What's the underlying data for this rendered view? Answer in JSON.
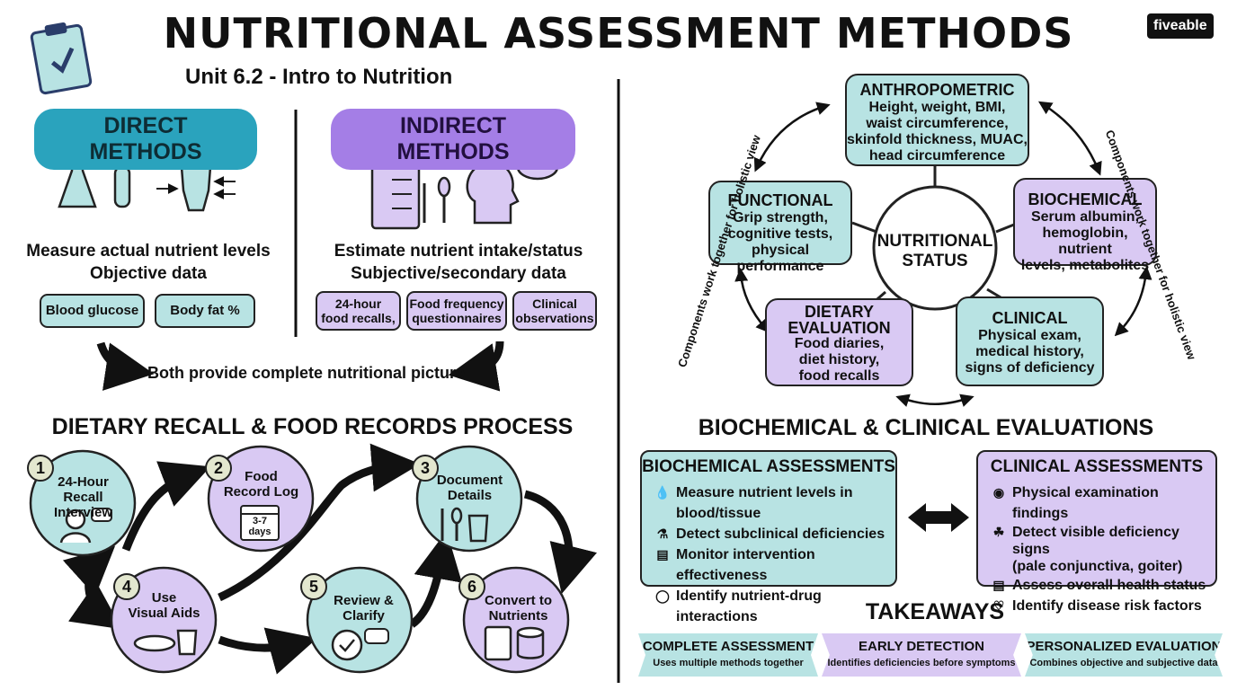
{
  "header": {
    "title": "NUTRITIONAL ASSESSMENT METHODS",
    "subtitle": "Unit 6.2 - Intro to Nutrition",
    "logo": "fiveable"
  },
  "direct": {
    "heading": "DIRECT METHODS",
    "desc_line1": "Measure actual nutrient levels",
    "desc_line2": "Objective data",
    "examples": [
      "Blood glucose",
      "Body fat %"
    ]
  },
  "indirect": {
    "heading": "INDIRECT METHODS",
    "desc_line1": "Estimate nutrient intake/status",
    "desc_line2": "Subjective/secondary data",
    "examples": [
      {
        "l1": "24-hour",
        "l2": "food recalls,"
      },
      {
        "l1": "Food frequency",
        "l2": "questionnaires"
      },
      {
        "l1": "Clinical",
        "l2": "observations"
      }
    ]
  },
  "both_note": "Both provide complete nutritional picture",
  "process": {
    "heading": "DIETARY RECALL & FOOD RECORDS PROCESS",
    "steps": [
      {
        "num": "1",
        "l1": "24-Hour",
        "l2": "Recall Interview"
      },
      {
        "num": "2",
        "l1": "Food",
        "l2": "Record Log",
        "extra1": "3-7",
        "extra2": "days"
      },
      {
        "num": "3",
        "l1": "Document",
        "l2": "Details"
      },
      {
        "num": "4",
        "l1": "Use",
        "l2": "Visual Aids"
      },
      {
        "num": "5",
        "l1": "Review &",
        "l2": "Clarify"
      },
      {
        "num": "6",
        "l1": "Convert to",
        "l2": "Nutrients"
      }
    ]
  },
  "status": {
    "center_l1": "NUTRITIONAL",
    "center_l2": "STATUS",
    "arc_left": "Components work together for holistic view",
    "arc_right": "Components work together for holistic view",
    "anthropometric": {
      "title": "ANTHROPOMETRIC",
      "l1": "Height, weight, BMI,",
      "l2": "waist circumference,",
      "l3": "skinfold thickness, MUAC,",
      "l4": "head circumference"
    },
    "functional": {
      "title": "FUNCTIONAL",
      "l1": "Grip strength,",
      "l2": "cognitive tests,",
      "l3": "physical performance"
    },
    "biochemical": {
      "title": "BIOCHEMICAL",
      "l1": "Serum albumin,",
      "l2": "hemoglobin, nutrient",
      "l3": "levels, metabolites"
    },
    "dietary": {
      "title1": "DIETARY",
      "title2": "EVALUATION",
      "l1": "Food diaries,",
      "l2": "diet history,",
      "l3": "food recalls"
    },
    "clinical": {
      "title": "CLINICAL",
      "l1": "Physical exam,",
      "l2": "medical history,",
      "l3": "signs of deficiency"
    }
  },
  "evaluations": {
    "heading": "BIOCHEMICAL & CLINICAL EVALUATIONS",
    "biochemical": {
      "heading": "BIOCHEMICAL ASSESSMENTS",
      "items": [
        {
          "l1": "Measure nutrient levels in",
          "l2": "blood/tissue"
        },
        {
          "l1": "Detect subclinical deficiencies",
          "l2": ""
        },
        {
          "l1": "Monitor intervention effectiveness",
          "l2": ""
        },
        {
          "l1": "Identify nutrient-drug interactions",
          "l2": ""
        }
      ]
    },
    "clinical": {
      "heading": "CLINICAL ASSESSMENTS",
      "items": [
        {
          "l1": "Physical examination findings",
          "l2": ""
        },
        {
          "l1": "Detect visible deficiency signs",
          "l2": "(pale conjunctiva, goiter)"
        },
        {
          "l1": "Assess overall health status",
          "l2": ""
        },
        {
          "l1": "Identify disease risk factors",
          "l2": ""
        }
      ]
    }
  },
  "takeaways": {
    "heading": "TAKEAWAYS",
    "items": [
      {
        "title": "COMPLETE ASSESSMENT",
        "body": "Uses multiple methods together"
      },
      {
        "title": "EARLY DETECTION",
        "body": "Identifies deficiencies before symptoms"
      },
      {
        "title": "PERSONALIZED EVALUATION",
        "body": "Combines objective and subjective data"
      }
    ]
  },
  "icons": [
    "clipboard-check-icon",
    "flask-icon",
    "body-measure-icon",
    "food-log-icon",
    "thinking-head-icon",
    "scale-icon",
    "muscle-icon",
    "test-tube-icon",
    "plate-icon",
    "stethoscope-icon",
    "calendar-icon",
    "utensils-icon",
    "camera-food-icon",
    "chat-check-icon",
    "calculator-icon",
    "drop-icon",
    "thyroid-icon",
    "clipboard-icon",
    "heartbeat-icon"
  ],
  "colors": {
    "teal_fill": "#b8e3e3",
    "lavender_fill": "#d9c9f3",
    "teal_heading": "#2aa3bd",
    "lavender_heading": "#a47ee6"
  }
}
